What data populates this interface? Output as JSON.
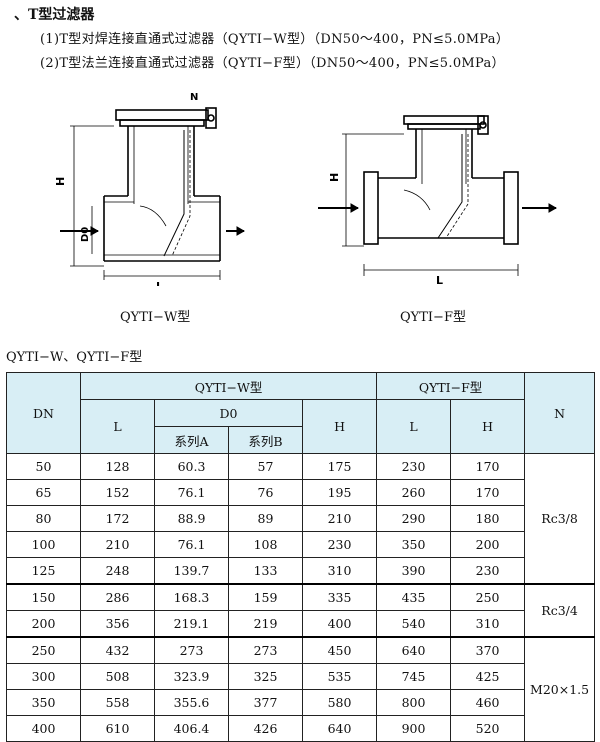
{
  "header": {
    "title": "、T型过滤器",
    "spec1": "(1)T型对焊连接直通式过滤器（QYTI−W型）（DN50～400，PN≤5.0MPa）",
    "spec2": "(2)T型法兰连接直通式过滤器（QYTI−F型）（DN50～400，PN≤5.0MPa）"
  },
  "drawings": {
    "w": {
      "caption": "QYTI−W型",
      "label_h": "H",
      "label_d0": "D0",
      "label_l": "L",
      "label_n": "N"
    },
    "f": {
      "caption": "QYTI−F型",
      "label_h": "H",
      "label_l": "L"
    }
  },
  "table": {
    "title": "QYTI−W、QYTI−F型",
    "col_dn": "DN",
    "group_w": "QYTI−W型",
    "group_f": "QYTI−F型",
    "col_n": "N",
    "col_l_w": "L",
    "col_d0": "D0",
    "col_h_w": "H",
    "col_l_f": "L",
    "col_h_f": "H",
    "col_series_a": "系列A",
    "col_series_b": "系列B",
    "rows": [
      [
        "50",
        "128",
        "60.3",
        "57",
        "175",
        "230",
        "170"
      ],
      [
        "65",
        "152",
        "76.1",
        "76",
        "195",
        "260",
        "170"
      ],
      [
        "80",
        "172",
        "88.9",
        "89",
        "210",
        "290",
        "180"
      ],
      [
        "100",
        "210",
        "76.1",
        "108",
        "230",
        "350",
        "200"
      ],
      [
        "125",
        "248",
        "139.7",
        "133",
        "310",
        "390",
        "230"
      ],
      [
        "150",
        "286",
        "168.3",
        "159",
        "335",
        "435",
        "250"
      ],
      [
        "200",
        "356",
        "219.1",
        "219",
        "400",
        "540",
        "310"
      ],
      [
        "250",
        "432",
        "273",
        "273",
        "450",
        "640",
        "370"
      ],
      [
        "300",
        "508",
        "323.9",
        "325",
        "535",
        "745",
        "425"
      ],
      [
        "350",
        "558",
        "355.6",
        "377",
        "580",
        "800",
        "460"
      ],
      [
        "400",
        "610",
        "406.4",
        "426",
        "640",
        "900",
        "520"
      ]
    ],
    "n_values": [
      "Rc3/8",
      "Rc3/4",
      "M20×1.5"
    ]
  }
}
